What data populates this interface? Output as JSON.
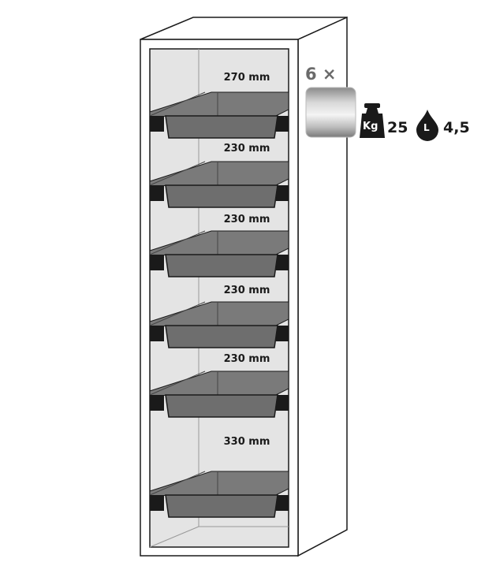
{
  "shelf_heights": [
    "270 mm",
    "230 mm",
    "230 mm",
    "230 mm",
    "230 mm",
    "330 mm"
  ],
  "tray_count": "6 ×",
  "load": {
    "unit_icon": "Kg",
    "value": "25"
  },
  "volume": {
    "unit_icon": "L",
    "value": "4,5"
  },
  "colors": {
    "outline": "#1a1a1a",
    "interior": "#e4e4e4",
    "tray": "#707070",
    "tray_dark": "#5a5a5a",
    "side": "#ffffff"
  }
}
